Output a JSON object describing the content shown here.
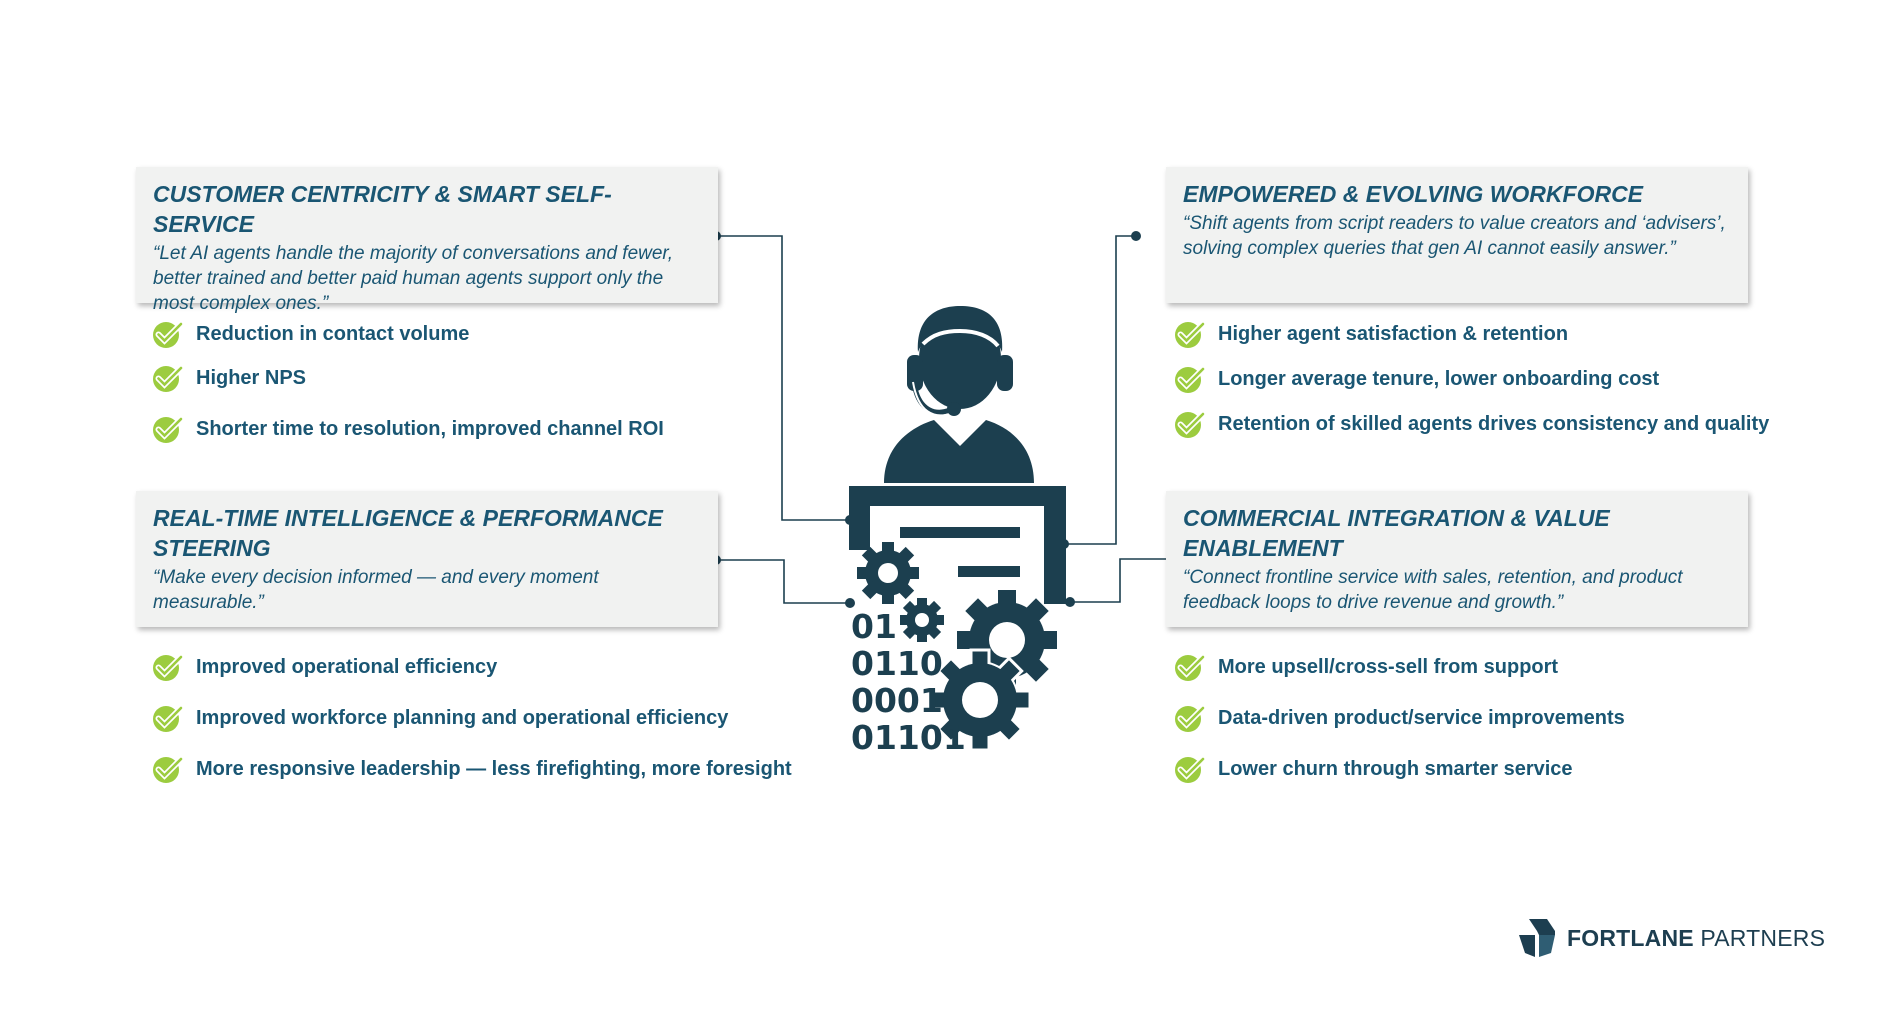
{
  "colors": {
    "title": "#1a5673",
    "icon": "#1c3f4f",
    "check": "#9ccc3f",
    "card_bg": "#f1f2f1"
  },
  "sections": [
    {
      "title": "CUSTOMER CENTRICITY & SMART SELF-SERVICE",
      "quote": "“Let AI agents handle the majority of conversations and fewer, better trained and better paid human agents support only the most complex ones.”",
      "benefits": [
        "Reduction in contact volume",
        "Higher NPS",
        "Shorter time to resolution, improved channel ROI"
      ]
    },
    {
      "title": "EMPOWERED & EVOLVING WORKFORCE",
      "quote": "“Shift agents from script readers to value creators and ‘advisers’, solving complex queries that gen AI cannot easily answer.”",
      "benefits": [
        "Higher agent satisfaction & retention",
        "Longer average tenure, lower onboarding cost",
        "Retention of skilled agents drives consistency and quality"
      ]
    },
    {
      "title": "REAL-TIME INTELLIGENCE & PERFORMANCE STEERING",
      "quote": "“Make every decision informed — and every moment measurable.”",
      "benefits": [
        "Improved operational efficiency",
        "Improved workforce planning and operational efficiency",
        "More responsive leadership — less firefighting, more foresight"
      ]
    },
    {
      "title": "COMMERCIAL INTEGRATION & VALUE ENABLEMENT",
      "quote": "“Connect frontline service with sales, retention, and product feedback loops to drive revenue and growth.”",
      "benefits": [
        "More upsell/cross-sell from support",
        "Data-driven product/service improvements",
        "Lower churn through smarter service"
      ]
    }
  ],
  "center_icon": {
    "name": "agent-with-headset-and-gears-icon",
    "binary_lines": [
      "01",
      "0110",
      "0001",
      "01101"
    ]
  },
  "logo": {
    "brand_bold": "FORTLANE",
    "brand_light": " PARTNERS",
    "icon": "fortlane-cube-logo-icon"
  }
}
